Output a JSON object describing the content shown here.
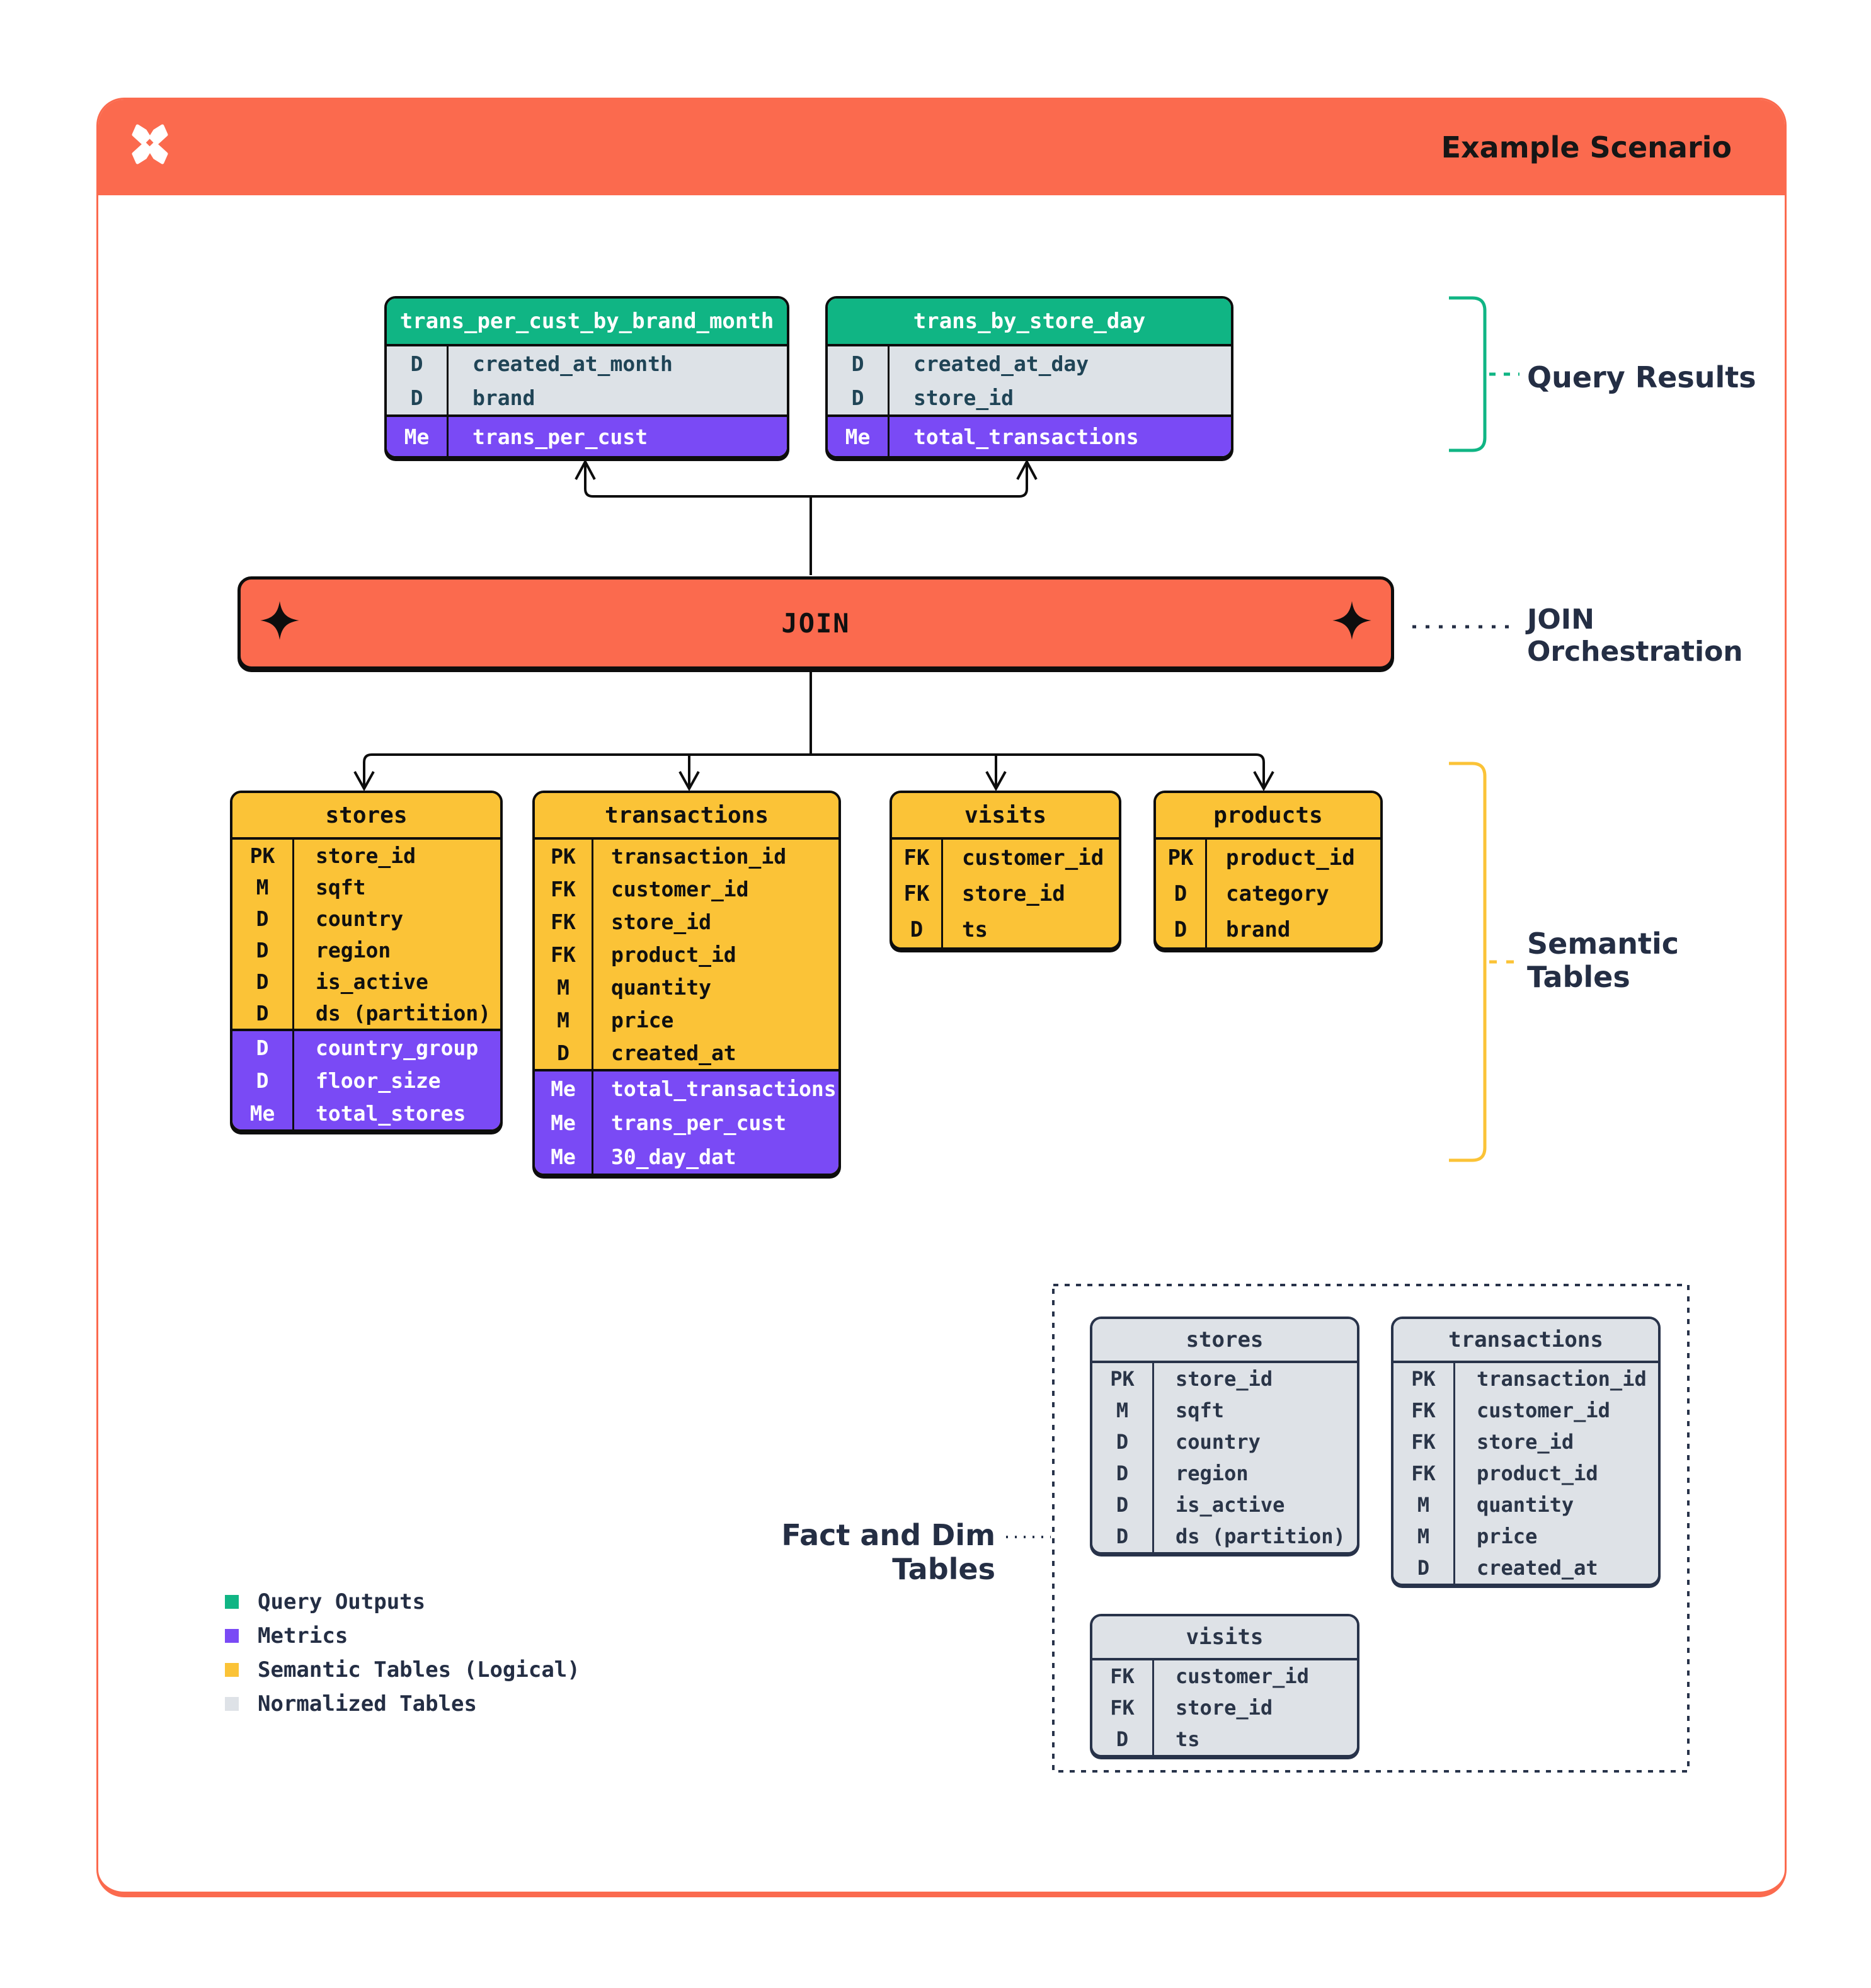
{
  "header": {
    "title": "Example Scenario",
    "logo": "pinwheel-x-logo"
  },
  "join_bar": {
    "label": "JOIN",
    "icon": "four-point-star"
  },
  "annotations": {
    "query_results": "Query Results",
    "join_orchestration": {
      "line1": "JOIN",
      "line2": "Orchestration"
    },
    "semantic_tables": {
      "line1": "Semantic",
      "line2": "Tables"
    },
    "fact_and_dim": "Fact and Dim Tables"
  },
  "legend": {
    "items": [
      {
        "label": "Query Outputs",
        "color": "#10B584",
        "swatch": "green-square"
      },
      {
        "label": "Metrics",
        "color": "#7A4AF5",
        "swatch": "purple-square"
      },
      {
        "label": "Semantic Tables (Logical)",
        "color": "#FBC337",
        "swatch": "yellow-square"
      },
      {
        "label": "Normalized Tables",
        "color": "#DEE2E7",
        "swatch": "gray-square"
      }
    ]
  },
  "colors": {
    "accent_orange": "#FB6A4E",
    "query_output_green": "#10B584",
    "metric_purple": "#7A4AF5",
    "semantic_yellow": "#FBC337",
    "normalized_gray": "#DEE2E7",
    "ink": "#0D0D0D",
    "label_navy": "#242E44"
  },
  "tables": [
    {
      "id": "trans_per_cust_by_brand_month",
      "group": "query-result",
      "title": "trans_per_cust_by_brand_month",
      "sections": [
        {
          "style": "dimensions",
          "rows": [
            [
              "D",
              "created_at_month"
            ],
            [
              "D",
              "brand"
            ]
          ]
        },
        {
          "style": "metrics",
          "rows": [
            [
              "Me",
              "trans_per_cust"
            ]
          ]
        }
      ]
    },
    {
      "id": "trans_by_store_day",
      "group": "query-result",
      "title": "trans_by_store_day",
      "sections": [
        {
          "style": "dimensions",
          "rows": [
            [
              "D",
              "created_at_day"
            ],
            [
              "D",
              "store_id"
            ]
          ]
        },
        {
          "style": "metrics",
          "rows": [
            [
              "Me",
              "total_transactions"
            ]
          ]
        }
      ]
    },
    {
      "id": "stores-semantic",
      "group": "semantic",
      "title": "stores",
      "sections": [
        {
          "style": "dimensions",
          "rows": [
            [
              "PK",
              "store_id"
            ],
            [
              "M",
              "sqft"
            ],
            [
              "D",
              "country"
            ],
            [
              "D",
              "region"
            ],
            [
              "D",
              "is_active"
            ],
            [
              "D",
              "ds (partition)"
            ]
          ]
        },
        {
          "style": "metrics",
          "rows": [
            [
              "D",
              "country_group"
            ],
            [
              "D",
              "floor_size"
            ],
            [
              "Me",
              "total_stores"
            ]
          ]
        }
      ]
    },
    {
      "id": "transactions-semantic",
      "group": "semantic",
      "title": "transactions",
      "sections": [
        {
          "style": "dimensions",
          "rows": [
            [
              "PK",
              "transaction_id"
            ],
            [
              "FK",
              "customer_id"
            ],
            [
              "FK",
              "store_id"
            ],
            [
              "FK",
              "product_id"
            ],
            [
              "M",
              "quantity"
            ],
            [
              "M",
              "price"
            ],
            [
              "D",
              "created_at"
            ]
          ]
        },
        {
          "style": "metrics",
          "rows": [
            [
              "Me",
              "total_transactions"
            ],
            [
              "Me",
              "trans_per_cust"
            ],
            [
              "Me",
              "30_day_dat"
            ]
          ]
        }
      ]
    },
    {
      "id": "visits-semantic",
      "group": "semantic",
      "title": "visits",
      "sections": [
        {
          "style": "dimensions",
          "rows": [
            [
              "FK",
              "customer_id"
            ],
            [
              "FK",
              "store_id"
            ],
            [
              "D",
              "ts"
            ]
          ]
        }
      ]
    },
    {
      "id": "products-semantic",
      "group": "semantic",
      "title": "products",
      "sections": [
        {
          "style": "dimensions",
          "rows": [
            [
              "PK",
              "product_id"
            ],
            [
              "D",
              "category"
            ],
            [
              "D",
              "brand"
            ]
          ]
        }
      ]
    },
    {
      "id": "stores-normalized",
      "group": "normalized",
      "title": "stores",
      "sections": [
        {
          "style": "dimensions",
          "rows": [
            [
              "PK",
              "store_id"
            ],
            [
              "M",
              "sqft"
            ],
            [
              "D",
              "country"
            ],
            [
              "D",
              "region"
            ],
            [
              "D",
              "is_active"
            ],
            [
              "D",
              "ds (partition)"
            ]
          ]
        }
      ]
    },
    {
      "id": "transactions-normalized",
      "group": "normalized",
      "title": "transactions",
      "sections": [
        {
          "style": "dimensions",
          "rows": [
            [
              "PK",
              "transaction_id"
            ],
            [
              "FK",
              "customer_id"
            ],
            [
              "FK",
              "store_id"
            ],
            [
              "FK",
              "product_id"
            ],
            [
              "M",
              "quantity"
            ],
            [
              "M",
              "price"
            ],
            [
              "D",
              "created_at"
            ]
          ]
        }
      ]
    },
    {
      "id": "visits-normalized",
      "group": "normalized",
      "title": "visits",
      "sections": [
        {
          "style": "dimensions",
          "rows": [
            [
              "FK",
              "customer_id"
            ],
            [
              "FK",
              "store_id"
            ],
            [
              "D",
              "ts"
            ]
          ]
        }
      ]
    }
  ]
}
